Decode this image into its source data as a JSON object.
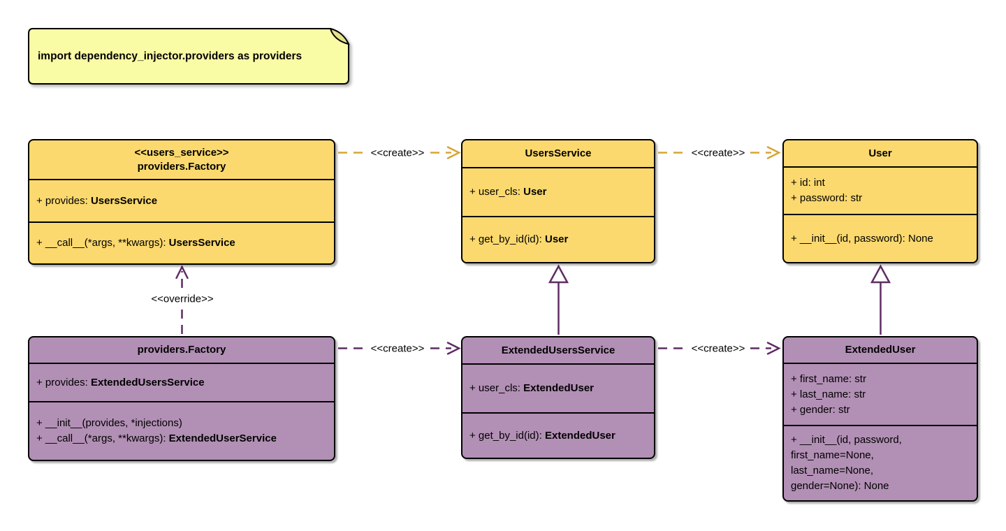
{
  "note": {
    "text": "import dependency_injector.providers as providers"
  },
  "colors": {
    "background": "#FFFFFF",
    "text": "#000000",
    "border": "#000000",
    "class_yellow": "#FBD96E",
    "class_purple": "#B28FB5",
    "note_yellow": "#FAFBA5",
    "note_fold": "#E3E28A",
    "arrow_gold": "#D6A533",
    "arrow_purple": "#5F2C63"
  },
  "classes": [
    {
      "stereotype": "<<users_service>>",
      "name": "providers.Factory",
      "attributes": [
        [
          {
            "text": "+ provides: "
          },
          {
            "text": "UsersService",
            "bold": true
          }
        ]
      ],
      "methods": [
        [
          {
            "text": "+ __call__(*args, **kwargs): "
          },
          {
            "text": "UsersService",
            "bold": true
          }
        ]
      ]
    },
    {
      "stereotype": "",
      "name": "UsersService",
      "attributes": [
        [
          {
            "text": "+ user_cls: "
          },
          {
            "text": "User",
            "bold": true
          }
        ]
      ],
      "methods": [
        [
          {
            "text": "+ get_by_id(id): "
          },
          {
            "text": "User",
            "bold": true
          }
        ]
      ]
    },
    {
      "stereotype": "",
      "name": "User",
      "attributes": [
        [
          {
            "text": "+ id: int"
          }
        ],
        [
          {
            "text": "+ password: str"
          }
        ]
      ],
      "methods": [
        [
          {
            "text": "+ __init__(id, password): None"
          }
        ]
      ]
    },
    {
      "stereotype": "",
      "name": "providers.Factory",
      "attributes": [
        [
          {
            "text": "+ provides: "
          },
          {
            "text": "ExtendedUsersService",
            "bold": true
          }
        ]
      ],
      "methods": [
        [
          {
            "text": "+ __init__(provides, *injections)"
          }
        ],
        [
          {
            "text": "+ __call__(*args, **kwargs): "
          },
          {
            "text": "ExtendedUserService",
            "bold": true
          }
        ]
      ]
    },
    {
      "stereotype": "",
      "name": "ExtendedUsersService",
      "attributes": [
        [
          {
            "text": "+ user_cls: "
          },
          {
            "text": "ExtendedUser",
            "bold": true
          }
        ]
      ],
      "methods": [
        [
          {
            "text": "+ get_by_id(id): "
          },
          {
            "text": "ExtendedUser",
            "bold": true
          }
        ]
      ]
    },
    {
      "stereotype": "",
      "name": "ExtendedUser",
      "attributes": [
        [
          {
            "text": "+ first_name: str"
          }
        ],
        [
          {
            "text": "+ last_name: str"
          }
        ],
        [
          {
            "text": "+ gender: str"
          }
        ]
      ],
      "methods": [
        [
          {
            "text": "+ __init__(id, password,"
          }
        ],
        [
          {
            "text": "first_name=None,"
          }
        ],
        [
          {
            "text": "last_name=None,"
          }
        ],
        [
          {
            "text": "gender=None): None"
          }
        ]
      ]
    }
  ],
  "edges": [
    {
      "from": "providers.Factory <<users_service>>",
      "to": "UsersService",
      "label": "<<create>>",
      "kind": "create"
    },
    {
      "from": "UsersService",
      "to": "User",
      "label": "<<create>>",
      "kind": "create"
    },
    {
      "from": "providers.Factory",
      "to": "ExtendedUsersService",
      "label": "<<create>>",
      "kind": "create"
    },
    {
      "from": "ExtendedUsersService",
      "to": "ExtendedUser",
      "label": "<<create>>",
      "kind": "create"
    },
    {
      "from": "providers.Factory",
      "to": "providers.Factory <<users_service>>",
      "label": "<<override>>",
      "kind": "override"
    },
    {
      "from": "ExtendedUsersService",
      "to": "UsersService",
      "label": "",
      "kind": "inheritance"
    },
    {
      "from": "ExtendedUser",
      "to": "User",
      "label": "",
      "kind": "inheritance"
    }
  ]
}
